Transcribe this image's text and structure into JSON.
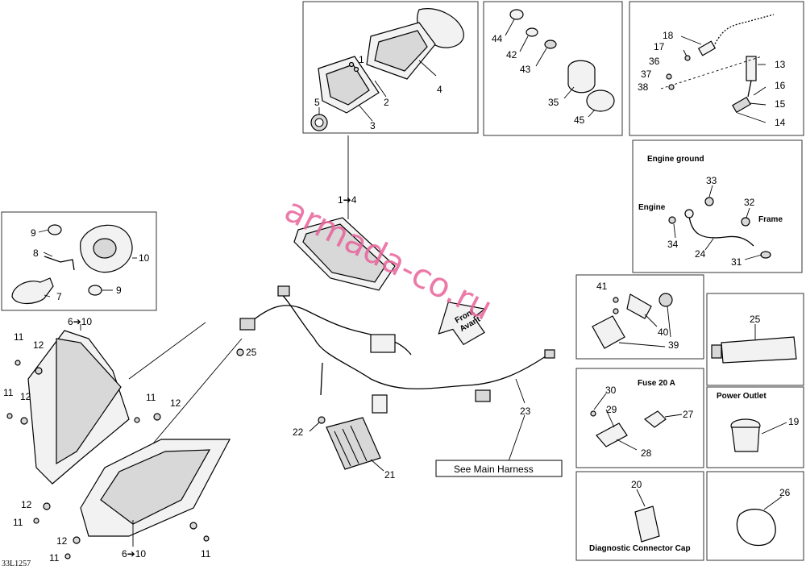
{
  "drawing_code": "33L1257",
  "watermark": "armada-co.ru",
  "callouts": {
    "c1": "1",
    "c2": "2",
    "c3": "3",
    "c4": "4",
    "c5": "5",
    "c1to4": "1➔4",
    "c6to10_top": "6➔10",
    "c6to10_bottom": "6➔10",
    "c7": "7",
    "c8": "8",
    "c9a": "9",
    "c9b": "9",
    "c10": "10",
    "c11a": "11",
    "c11b": "11",
    "c11c": "11",
    "c11d": "11",
    "c11e": "11",
    "c12a": "12",
    "c12b": "12",
    "c12c": "12",
    "c12d": "12",
    "c13": "13",
    "c14": "14",
    "c15": "15",
    "c16": "16",
    "c17": "17",
    "c18": "18",
    "c19": "19",
    "c20": "20",
    "c21": "21",
    "c22": "22",
    "c23": "23",
    "c24": "24",
    "c25a": "25",
    "c25b": "25",
    "c26": "26",
    "c27": "27",
    "c28": "28",
    "c29": "29",
    "c30": "30",
    "c31": "31",
    "c32": "32",
    "c33": "33",
    "c34": "34",
    "c35": "35",
    "c36": "36",
    "c37": "37",
    "c38": "38",
    "c39": "39",
    "c40": "40",
    "c41": "41",
    "c42": "42",
    "c43": "43",
    "c44": "44",
    "c45": "45"
  },
  "labels": {
    "engine_ground": "Engine ground",
    "engine": "Engine",
    "frame": "Frame",
    "fuse": "Fuse 20 A",
    "power_outlet": "Power Outlet",
    "diagnostic_cap": "Diagnostic Connector Cap",
    "see_main_harness": "See Main Harness",
    "front_en": "Front",
    "front_fr": "Avant"
  }
}
